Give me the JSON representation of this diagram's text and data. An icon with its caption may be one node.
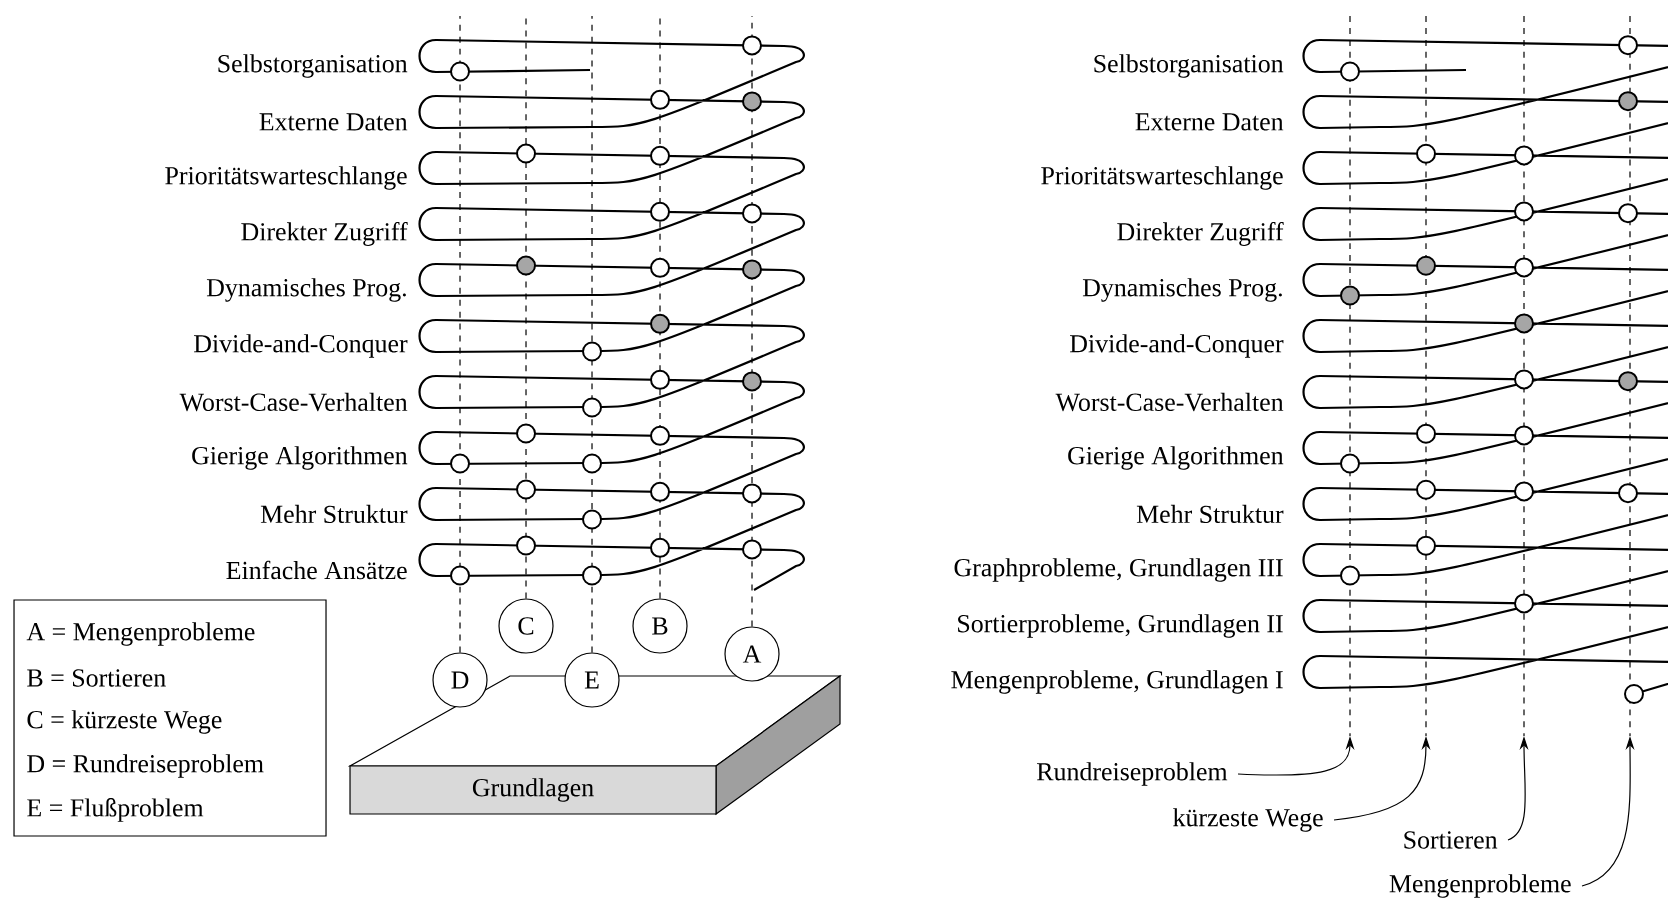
{
  "diagram": {
    "nodes": [
      {
        "text": [
          "C"
        ]
      },
      {
        "text": [
          "B"
        ]
      },
      {
        "text": [
          "A"
        ]
      },
      {
        "text": [
          "D"
        ]
      },
      {
        "text": [
          "E"
        ]
      },
      {
        "text": [
          "Grundlagen"
        ]
      },
      {
        "text": [
          "Rundreiseproblem"
        ]
      },
      {
        "text": [
          "kürzeste Wege"
        ]
      },
      {
        "text": [
          "Sortieren"
        ]
      },
      {
        "text": [
          "Mengenprobleme"
        ]
      }
    ],
    "edges": [
      {
        "from": 0,
        "to": null,
        "arrow": "none",
        "style": "dashed"
      },
      {
        "from": 1,
        "to": null,
        "arrow": "none",
        "style": "dashed"
      },
      {
        "from": 2,
        "to": null,
        "arrow": "none",
        "style": "dashed"
      },
      {
        "from": 3,
        "to": null,
        "arrow": "none",
        "style": "dashed"
      },
      {
        "from": 4,
        "to": null,
        "arrow": "none",
        "style": "dashed"
      },
      {
        "from": 6,
        "to": null,
        "arrow": "to"
      },
      {
        "from": 7,
        "to": null,
        "arrow": "to"
      },
      {
        "from": 8,
        "to": null,
        "arrow": "to"
      },
      {
        "from": 9,
        "to": null,
        "arrow": "to"
      }
    ],
    "labels": [
      "Selbstorganisation",
      "Externe Daten",
      "Prioritätswarteschlange",
      "Direkter Zugriff",
      "Dynamisches Prog.",
      "Divide-and-Conquer",
      "Worst-Case-Verhalten",
      "Gierige Algorithmen",
      "Mehr Struktur",
      "Einfache Ansätze",
      "Selbstorganisation",
      "Externe Daten",
      "Prioritätswarteschlange",
      "Direkter Zugriff",
      "Dynamisches Prog.",
      "Divide-and-Conquer",
      "Worst-Case-Verhalten",
      "Gierige Algorithmen",
      "Mehr Struktur",
      "Graphprobleme, Grundlagen III",
      "Sortierprobleme, Grundlagen II",
      "Mengenprobleme, Grundlagen I"
    ],
    "legend": [
      {
        "text": "A = Mengenprobleme"
      },
      {
        "text": "B = Sortieren"
      },
      {
        "text": "C = kürzeste Wege"
      },
      {
        "text": "D = Rundreiseproblem"
      },
      {
        "text": "E = Flußproblem"
      }
    ]
  }
}
